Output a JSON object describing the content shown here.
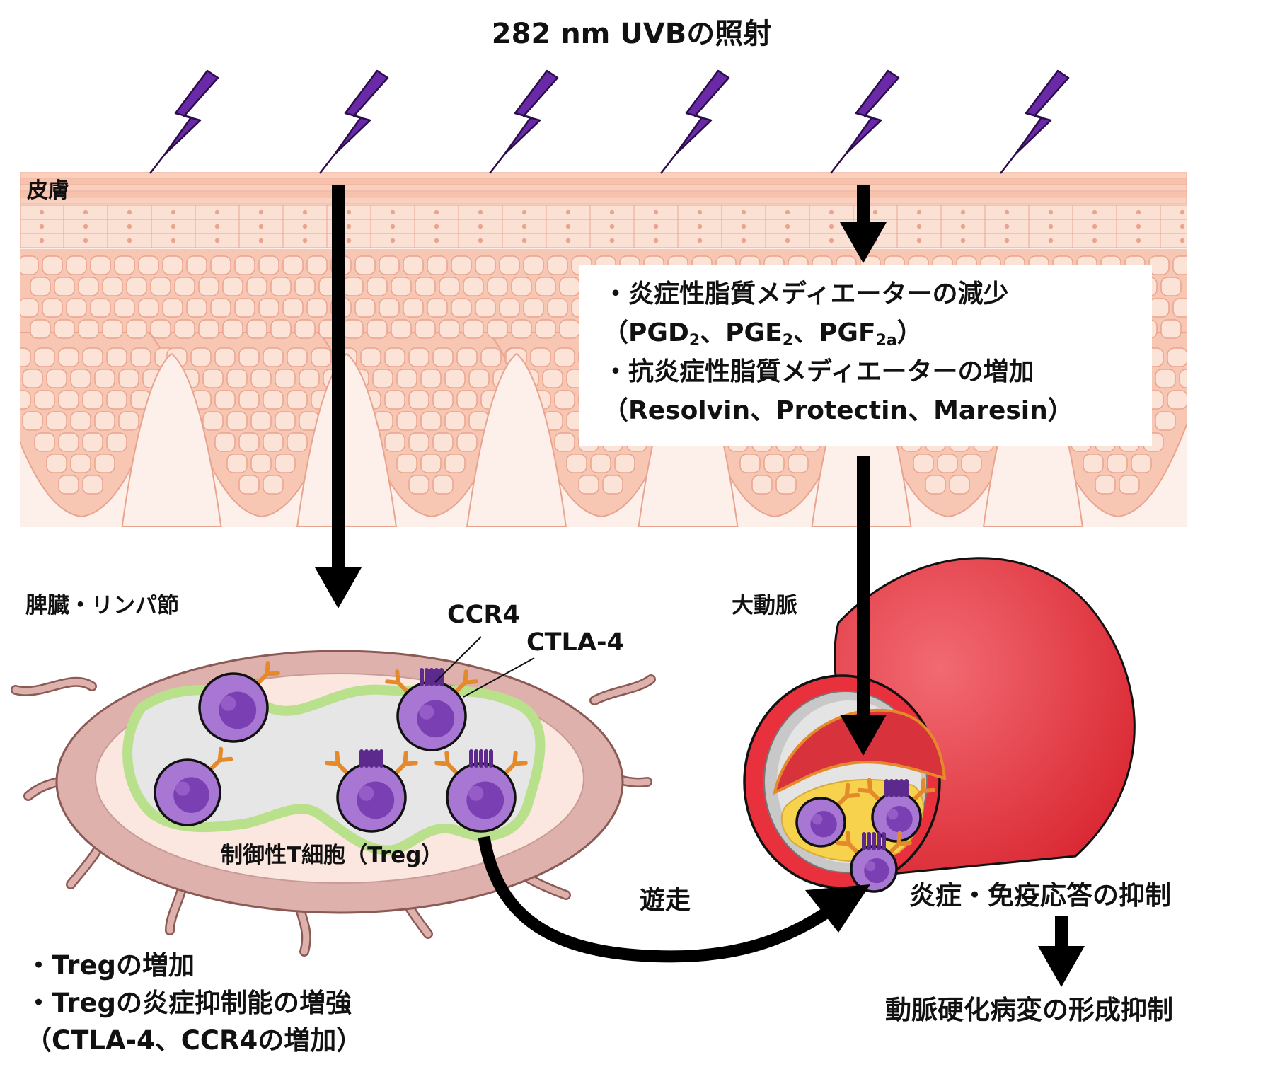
{
  "title": "282 nm UVBの照射",
  "labels": {
    "skin": "皮膚",
    "spleen_lymph": "脾臓・リンパ節",
    "aorta": "大動脈",
    "ccr4": "CCR4",
    "ctla4": "CTLA-4",
    "treg": "制御性T細胞（Treg）",
    "migration": "遊走",
    "suppression": "炎症・免疫応答の抑制",
    "plaque_suppression": "動脈硬化病変の形成抑制"
  },
  "lipid_box": {
    "line1": "・炎症性脂質メディエーターの減少",
    "line2": {
      "open": "（",
      "pgd": "PGD",
      "pgd_sub": "2",
      "sep1": "、",
      "pge": "PGE",
      "pge_sub": "2",
      "sep2": "、",
      "pgf": "PGF",
      "pgf_sub": "2a",
      "close": "）"
    },
    "line3": "・抗炎症性脂質メディエーターの増加",
    "line4": "（Resolvin、Protectin、Maresin）"
  },
  "treg_effects": [
    "・Tregの増加",
    "・Tregの炎症抑制能の増強",
    "（CTLA-4、CCR4の増加）"
  ],
  "colors": {
    "lightning": "#6a2aa8",
    "skin_top": "#f8c7b3",
    "skin_cell": "#fbe3d8",
    "skin_outline": "#e9a48f",
    "cell_purple": "#a877d3",
    "nucleus": "#7b3fb4",
    "ctla4_orange": "#e58a2b",
    "ccr4_purple": "#5b2a8c",
    "aorta_red": "#e8313c",
    "plaque_yellow": "#f7d34d",
    "spleen_outer": "#deb1ad",
    "spleen_inner": "#fbe7df",
    "white_pulp_green": "#b9e08b"
  }
}
